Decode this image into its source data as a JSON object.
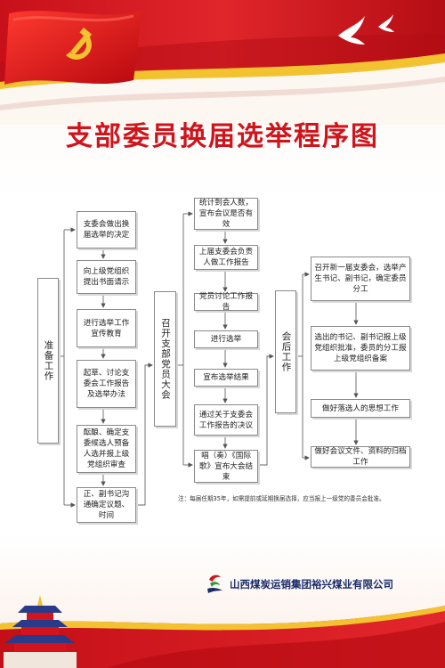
{
  "title": "支部委员换届选举程序图",
  "sections": {
    "prepare": "准备工作",
    "meeting": "召开支部党员大会",
    "after": "会后工作"
  },
  "column1": [
    "支委会做出换届选举的决定",
    "向上级党组织提出书面请示",
    "进行选举工作宣传教育",
    "起草、讨论支委会工作报告及选举办法",
    "酝酿、确定支委候选人预备人选并报上级党组织审查",
    "正、副书记沟通确定议题、时间"
  ],
  "column2": [
    "统计到会人数，宣布会议是否有效",
    "上届支委会负责人做工作报告",
    "党员讨论工作报告",
    "进行选举",
    "宣布选举结果",
    "通过关于支委会工作报告的决议",
    "唱（奏）《国际歌》宣布大会结束"
  ],
  "column3": [
    "召开新一届支委会，选举产生书记、副书记，确定委员分工",
    "选出的书记、副书记报上级党组织批准，委员的分工报上级党组织备案",
    "做好落选人的思想工作",
    "做好会议文件、资料的归档工作"
  ],
  "note": "注：每届任期35年，如需提前或延期换届选择，应当报上一级党的委员会批准。",
  "company": "山西煤炭运销集团裕兴煤业有限公司",
  "colors": {
    "red": "#d0141b",
    "gold": "#f2c230",
    "navy": "#1a2a6a",
    "green": "#2f9a3a"
  },
  "icons": [
    "party-emblem-icon",
    "dove-icon",
    "temple-of-heaven-icon",
    "company-logo-icon"
  ]
}
